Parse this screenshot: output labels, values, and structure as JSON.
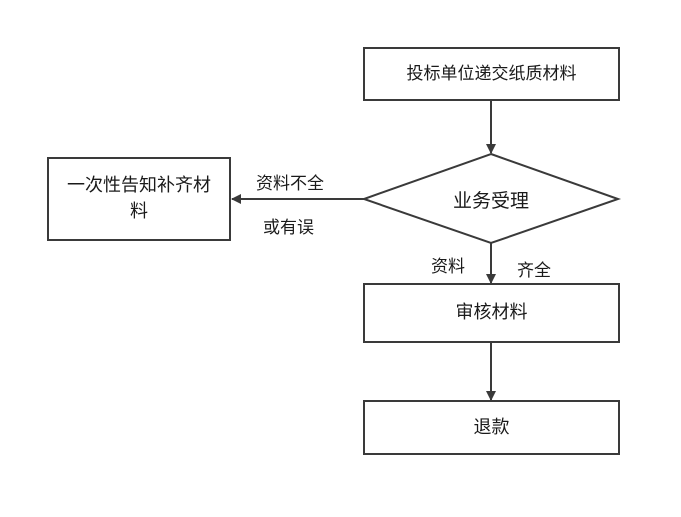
{
  "nodes": {
    "submit_materials": "投标单位递交纸质材料",
    "business_acceptance": "业务受理",
    "notify_supplement": "一次性告知补齐材料",
    "review_materials": "审核材料",
    "refund": "退款"
  },
  "edge_labels": {
    "incomplete_part1": "资料不全",
    "incomplete_part2": "或有误",
    "complete_part1": "资料",
    "complete_part2": "齐全"
  },
  "colors": {
    "stroke": "#3a3a3a",
    "text": "#1a1a1a",
    "background": "#ffffff"
  }
}
